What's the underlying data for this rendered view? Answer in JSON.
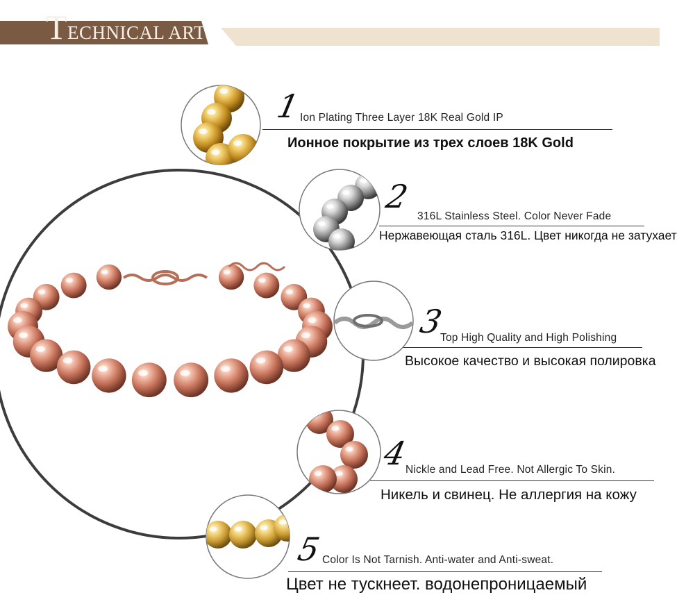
{
  "header": {
    "title_first": "T",
    "title_rest": "ECHNICAL ART"
  },
  "features": [
    {
      "number": "1",
      "en": "Ion Plating Three Layer 18K Real Gold IP",
      "ru": "Ионное покрытие из трех слоев 18K Gold",
      "swatch": "gold"
    },
    {
      "number": "2",
      "en": "316L Stainless Steel. Color Never Fade",
      "ru": "Нержавеющая сталь 316L. Цвет никогда не затухает",
      "swatch": "steel"
    },
    {
      "number": "3",
      "en": "Top High Quality and High Polishing",
      "ru": "Высокое качество и высокая полировка",
      "swatch": "clasp"
    },
    {
      "number": "4",
      "en": "Nickle and Lead Free. Not Allergic To Skin.",
      "ru": "Никель и свинец. Не аллергия на кожу",
      "swatch": "rose"
    },
    {
      "number": "5",
      "en": "Color Is Not Tarnish.  Anti-water and Anti-sweat.",
      "ru": "Цвет не тускнеет. водонепроницаемый",
      "swatch": "yellow"
    }
  ],
  "colors": {
    "banner_dark": "#7a5a43",
    "banner_light": "#efe3cf",
    "rose_gold": "#d9907a",
    "gold": "#d9a93a",
    "steel": "#b8b8b8"
  }
}
